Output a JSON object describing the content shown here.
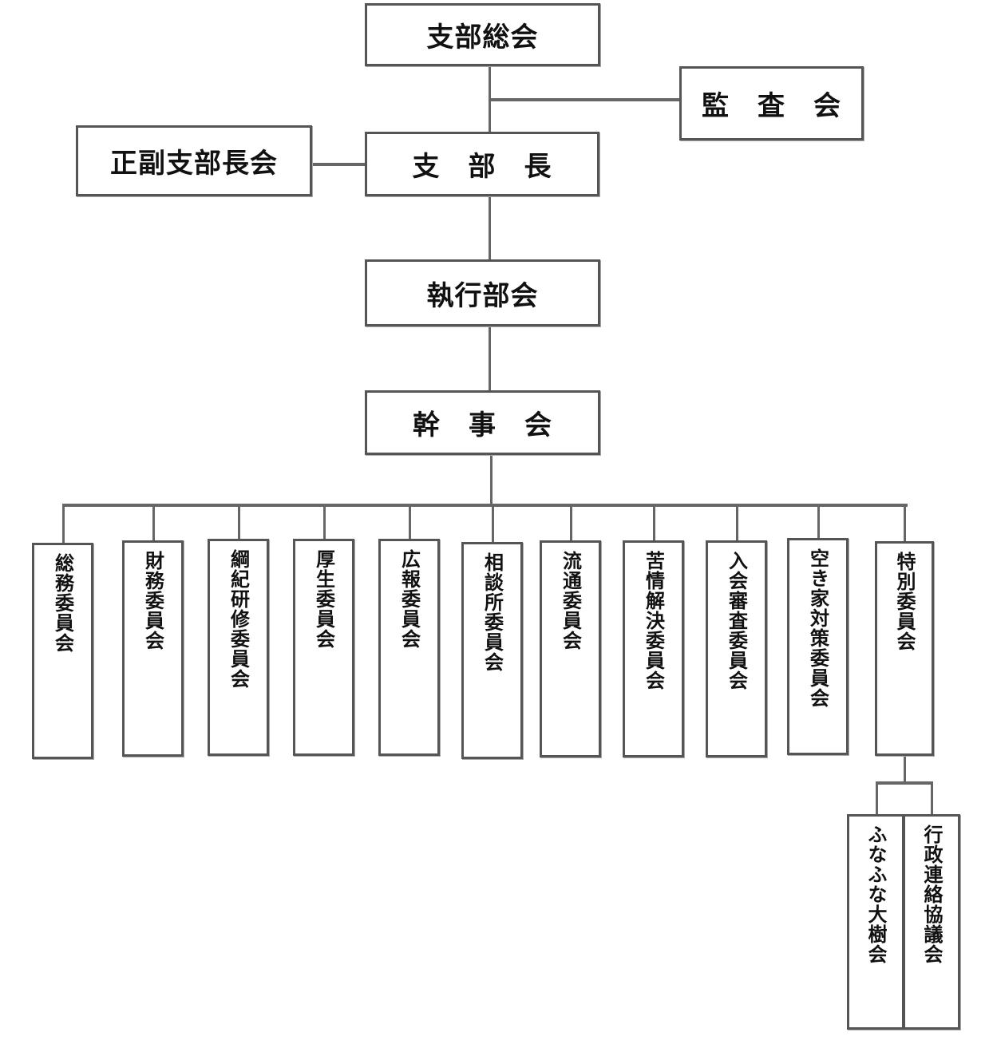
{
  "top": {
    "general_meeting": "支部総会",
    "audit": "監　査　会",
    "branch_chief": "支　部　長",
    "vice_meeting": "正副支部長会",
    "executive": "執行部会",
    "secretariat": "幹　事　会"
  },
  "committees": [
    "総務委員会",
    "財務委員会",
    "綱紀研修委員会",
    "厚生委員会",
    "広報委員会",
    "相談所委員会",
    "流通委員会",
    "苦情解決委員会",
    "入会審査委員会",
    "空き家対策委員会",
    "特別委員会"
  ],
  "special_sub": [
    "ふなふな大樹会",
    "行政連絡協議会"
  ]
}
